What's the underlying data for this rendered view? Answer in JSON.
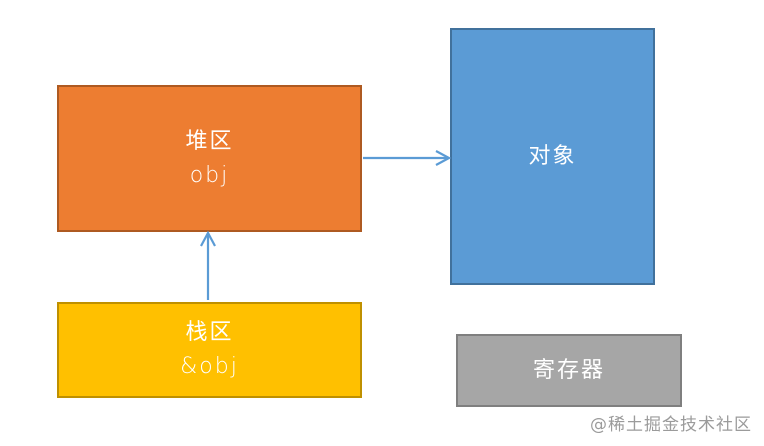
{
  "heap_box": {
    "line1": "堆区",
    "line2": "obj",
    "fill": "#ED7D31",
    "border": "#AE5A21"
  },
  "object_box": {
    "label": "对象",
    "fill": "#5B9BD5",
    "border": "#41719C"
  },
  "stack_box": {
    "line1": "栈区",
    "line2": "&obj",
    "fill": "#FFC000",
    "border": "#BF9000"
  },
  "register_box": {
    "label": "寄存器",
    "fill": "#A6A6A6",
    "border": "#7F7F7F"
  },
  "arrows": {
    "color": "#5B9BD5",
    "heap_to_object": "heap-box to object-box (points right)",
    "stack_to_heap": "stack-box to heap-box (points up)"
  },
  "watermark": {
    "text": "@稀土掘金技术社区",
    "color": "#9B9B9B"
  }
}
